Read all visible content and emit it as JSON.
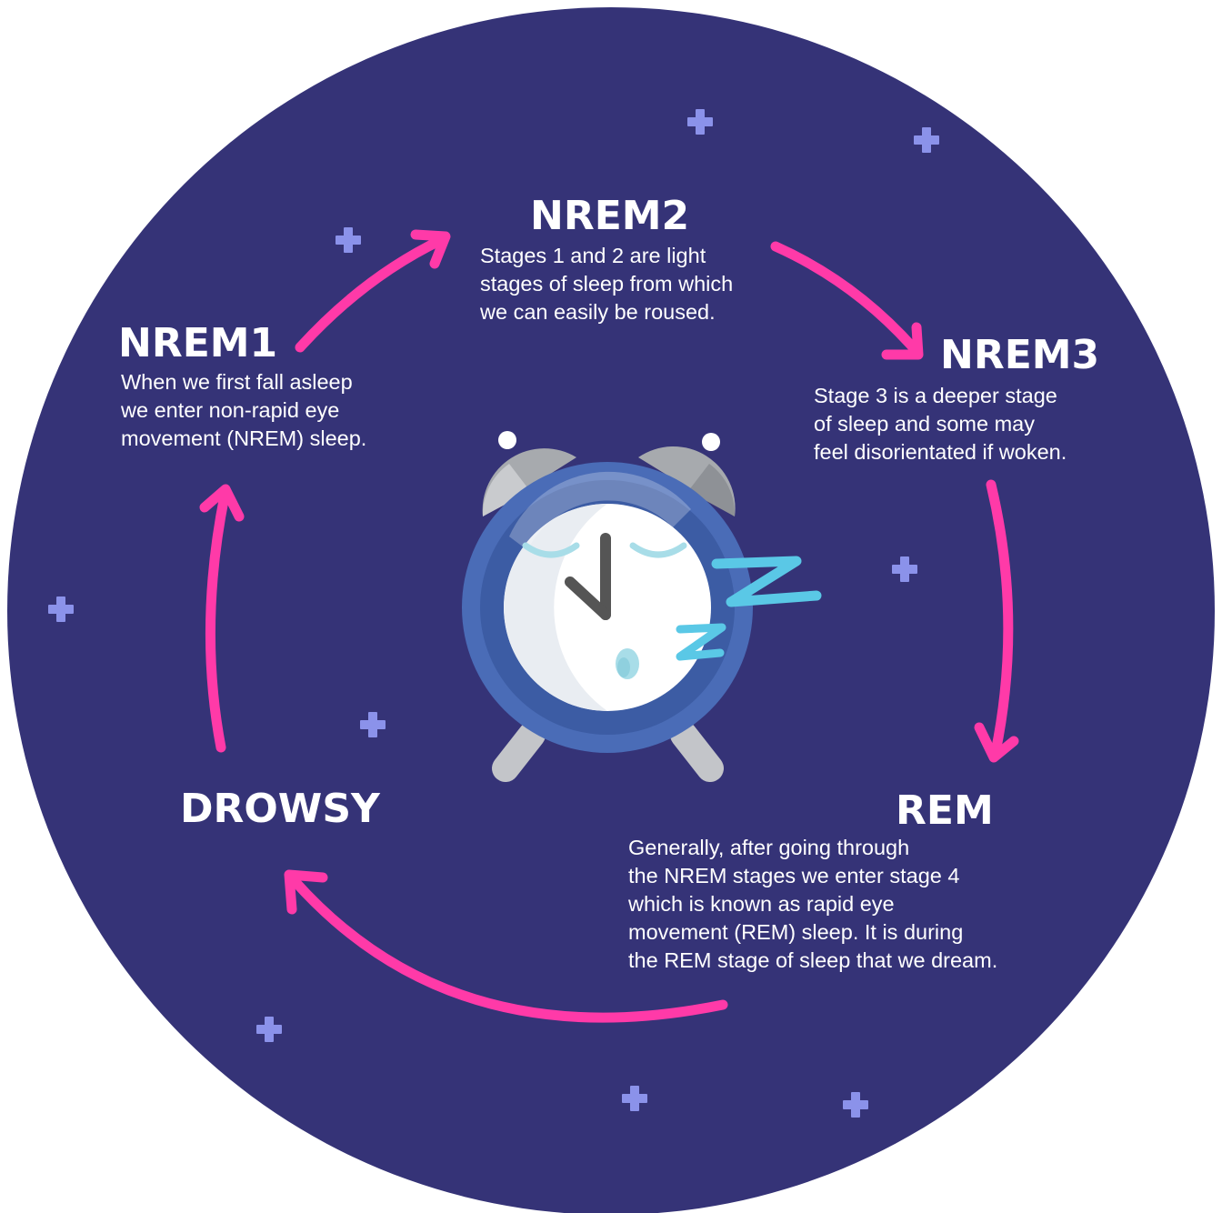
{
  "colors": {
    "background": "#353377",
    "arrow": "#ff3aa8",
    "star": "#8b92ea",
    "text": "#ffffff",
    "clock_ring": "#4a6cb7",
    "clock_face": "#ffffff",
    "bell": "#a7aaae",
    "zzz": "#5ac8e6"
  },
  "stages": {
    "nrem1": {
      "title": "NREM1",
      "lines": [
        "When we first fall asleep",
        "we enter non-rapid eye",
        "movement (NREM) sleep."
      ]
    },
    "nrem2": {
      "title": "NREM2",
      "lines": [
        "Stages 1 and 2 are light",
        "stages of sleep from which",
        "we can easily be roused."
      ]
    },
    "nrem3": {
      "title": "NREM3",
      "lines": [
        "Stage 3 is a deeper stage",
        "of sleep and some may",
        "feel disorientated if woken."
      ]
    },
    "rem": {
      "title": "REM",
      "lines": [
        "Generally, after going through",
        "the NREM stages we enter stage 4",
        "which is known as rapid eye",
        "movement (REM) sleep. It is during",
        "the REM stage of sleep that we dream."
      ]
    },
    "drowsy": {
      "title": "DROWSY"
    }
  },
  "icons": {
    "clock": "sleeping-alarm-clock-icon",
    "star": "sparkle-star-icon",
    "arrow": "cycle-arrow-icon"
  }
}
